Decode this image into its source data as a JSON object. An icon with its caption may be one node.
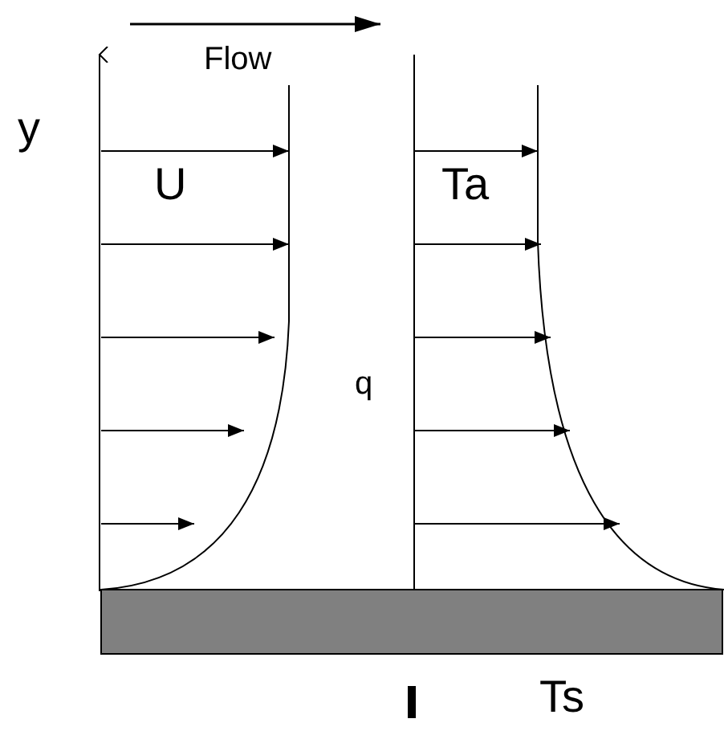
{
  "diagram": {
    "labels": [
      "Flow",
      "y",
      "U",
      "Ta",
      "q",
      "Ts"
    ]
  }
}
